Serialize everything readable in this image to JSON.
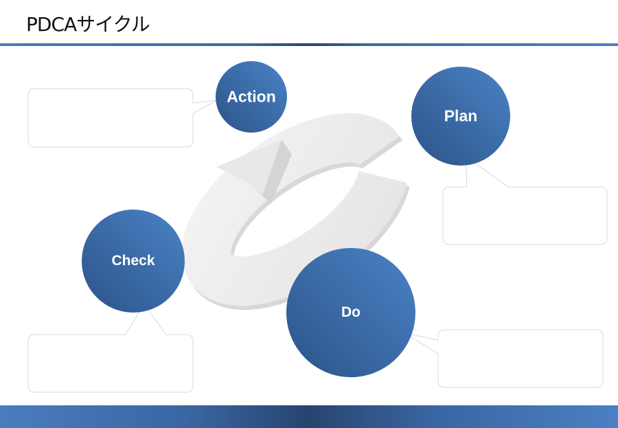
{
  "slide": {
    "title": "PDCAサイクル"
  },
  "cycle": [
    {
      "id": "action",
      "label": "Action",
      "note": ""
    },
    {
      "id": "plan",
      "label": "Plan",
      "note": ""
    },
    {
      "id": "check",
      "label": "Check",
      "note": ""
    },
    {
      "id": "do",
      "label": "Do",
      "note": ""
    }
  ],
  "colors": {
    "circle_light": "#4379bb",
    "circle_dark": "#2f5a90",
    "ring": "#ececec"
  }
}
